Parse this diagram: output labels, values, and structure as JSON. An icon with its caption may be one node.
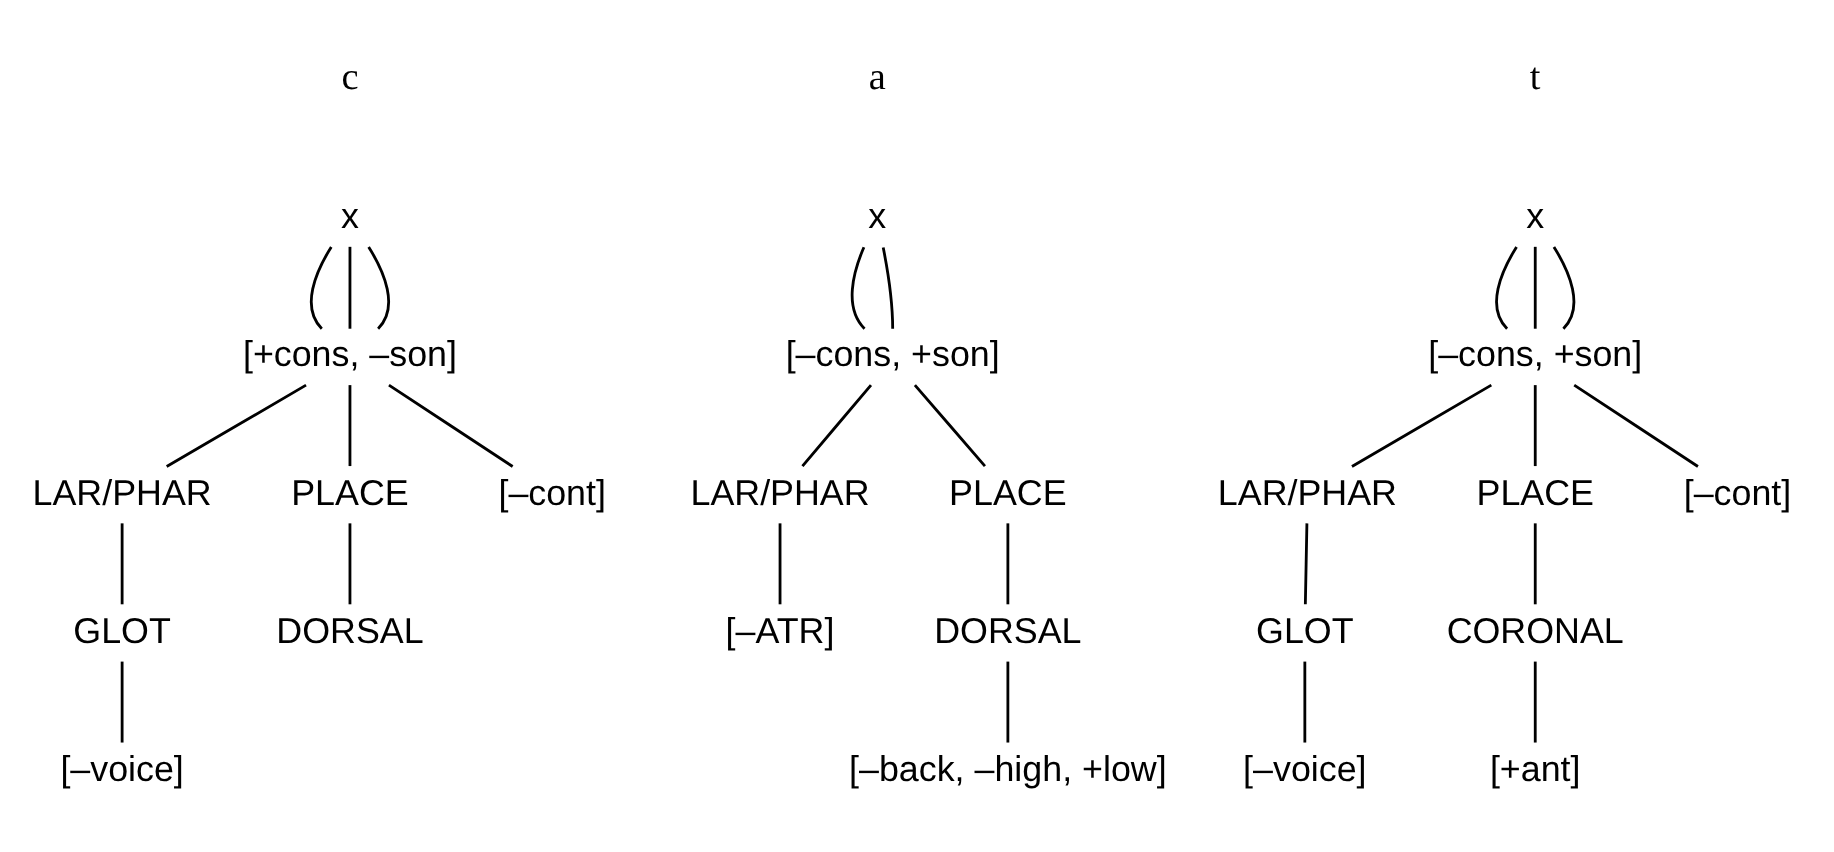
{
  "diagram": {
    "nodes": [
      {
        "text": [
          "x"
        ]
      },
      {
        "text": [
          "[+cons, –son]"
        ]
      },
      {
        "text": [
          "LAR/PHAR"
        ]
      },
      {
        "text": [
          "PLACE"
        ]
      },
      {
        "text": [
          "[–cont]"
        ]
      },
      {
        "text": [
          "GLOT"
        ]
      },
      {
        "text": [
          "DORSAL"
        ]
      },
      {
        "text": [
          "[–voice]"
        ]
      },
      {
        "text": [
          "x"
        ]
      },
      {
        "text": [
          "[–cons, +son]"
        ]
      },
      {
        "text": [
          "LAR/PHAR"
        ]
      },
      {
        "text": [
          "PLACE"
        ]
      },
      {
        "text": [
          "[–ATR]"
        ]
      },
      {
        "text": [
          "DORSAL"
        ]
      },
      {
        "text": [
          "[–back, –high, +low]"
        ]
      },
      {
        "text": [
          "x"
        ]
      },
      {
        "text": [
          "[–cons, +son]"
        ]
      },
      {
        "text": [
          "LAR/PHAR"
        ]
      },
      {
        "text": [
          "PLACE"
        ]
      },
      {
        "text": [
          "[–cont]"
        ]
      },
      {
        "text": [
          "GLOT"
        ]
      },
      {
        "text": [
          "CORONAL"
        ]
      },
      {
        "text": [
          "[–voice]"
        ]
      },
      {
        "text": [
          "[+ant]"
        ]
      }
    ],
    "edges": [
      {
        "from": 0,
        "to": 1,
        "arrow": "none"
      },
      {
        "from": 0,
        "to": 1,
        "arrow": "none"
      },
      {
        "from": 0,
        "to": 1,
        "arrow": "none"
      },
      {
        "from": 1,
        "to": 2,
        "arrow": "none"
      },
      {
        "from": 1,
        "to": 3,
        "arrow": "none"
      },
      {
        "from": 1,
        "to": 4,
        "arrow": "none"
      },
      {
        "from": 2,
        "to": 5,
        "arrow": "none"
      },
      {
        "from": 3,
        "to": 6,
        "arrow": "none"
      },
      {
        "from": 5,
        "to": 7,
        "arrow": "none"
      },
      {
        "from": 8,
        "to": 9,
        "arrow": "none"
      },
      {
        "from": 8,
        "to": 9,
        "arrow": "none"
      },
      {
        "from": 9,
        "to": 10,
        "arrow": "none"
      },
      {
        "from": 9,
        "to": 11,
        "arrow": "none"
      },
      {
        "from": 10,
        "to": 12,
        "arrow": "none"
      },
      {
        "from": 11,
        "to": 13,
        "arrow": "none"
      },
      {
        "from": 13,
        "to": 14,
        "arrow": "none"
      },
      {
        "from": 15,
        "to": 16,
        "arrow": "none"
      },
      {
        "from": 15,
        "to": 16,
        "arrow": "none"
      },
      {
        "from": 15,
        "to": 16,
        "arrow": "none"
      },
      {
        "from": 16,
        "to": 17,
        "arrow": "none"
      },
      {
        "from": 16,
        "to": 18,
        "arrow": "none"
      },
      {
        "from": 16,
        "to": 19,
        "arrow": "none"
      },
      {
        "from": 17,
        "to": 20,
        "arrow": "none"
      },
      {
        "from": 18,
        "to": 21,
        "arrow": "none"
      },
      {
        "from": 20,
        "to": 22,
        "arrow": "none"
      },
      {
        "from": 21,
        "to": 23,
        "arrow": "none"
      }
    ],
    "labels": [
      "c",
      "a",
      "t"
    ]
  }
}
